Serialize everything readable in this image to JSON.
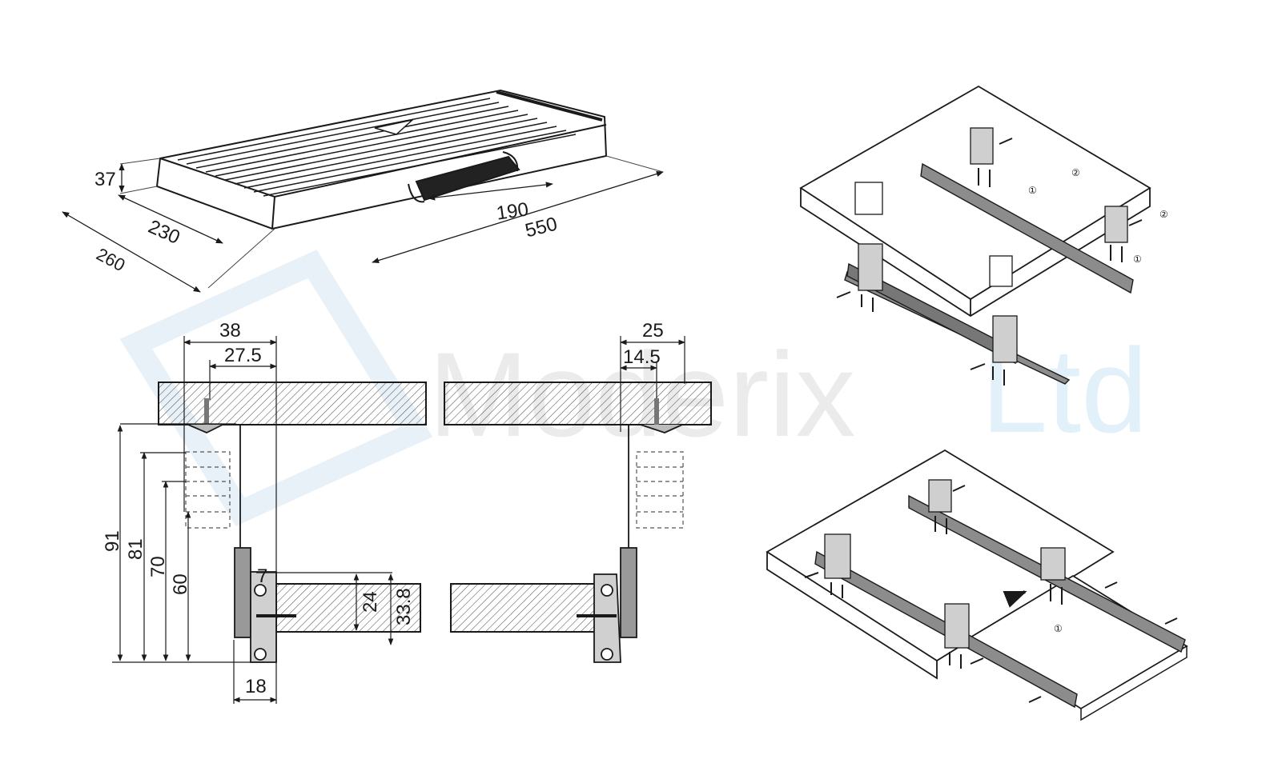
{
  "watermark": {
    "text_main": "Moderix",
    "text_secondary": "Ltd",
    "main_color": "#d9d9d9",
    "secondary_color": "#dceef8",
    "logo_color": "#d6e6f3"
  },
  "tray_view": {
    "dims": {
      "height": "37",
      "depth_inner": "230",
      "depth_outer": "260",
      "handle": "190",
      "length": "550"
    }
  },
  "section_view": {
    "left": {
      "top_outer": "38",
      "top_inner": "27.5",
      "heights": [
        "91",
        "81",
        "70",
        "60"
      ],
      "gap": "7",
      "panel": "24",
      "rail": "33.8",
      "thickness": "18"
    },
    "right": {
      "top_outer": "25",
      "top_inner": "14.5"
    }
  },
  "assembly_top": {
    "markers": [
      "①",
      "②",
      "②",
      "①"
    ]
  },
  "assembly_bottom": {
    "markers": [
      "①"
    ]
  },
  "colors": {
    "line": "#1a1a1a",
    "rail": "#8c8c8c",
    "rail_dark": "#5a5a5a",
    "hatch": "#555555"
  }
}
